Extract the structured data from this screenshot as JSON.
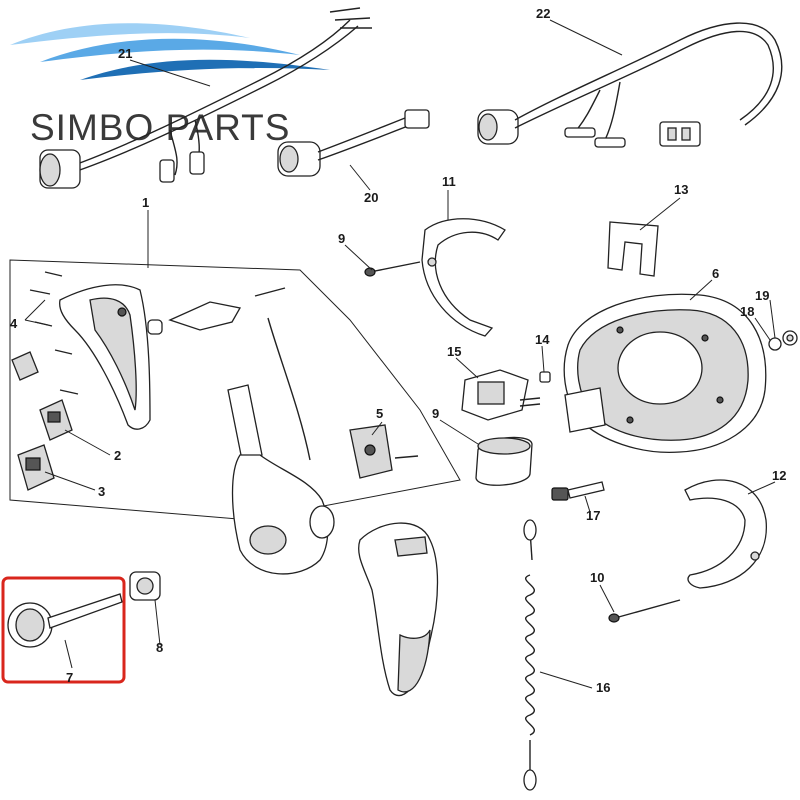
{
  "brand": {
    "name": "SIMBO PARTS",
    "wave_colors": [
      "#1f6fb5",
      "#5aa9e6",
      "#9ed0f5"
    ]
  },
  "highlight": {
    "color": "#d9261c",
    "part_number": "7"
  },
  "callouts": [
    {
      "id": "c1",
      "label": "1"
    },
    {
      "id": "c2",
      "label": "2"
    },
    {
      "id": "c3",
      "label": "3"
    },
    {
      "id": "c4",
      "label": "4"
    },
    {
      "id": "c5",
      "label": "5"
    },
    {
      "id": "c6",
      "label": "6"
    },
    {
      "id": "c7",
      "label": "7"
    },
    {
      "id": "c8",
      "label": "8"
    },
    {
      "id": "c9a",
      "label": "9"
    },
    {
      "id": "c9b",
      "label": "9"
    },
    {
      "id": "c10",
      "label": "10"
    },
    {
      "id": "c11",
      "label": "11"
    },
    {
      "id": "c12",
      "label": "12"
    },
    {
      "id": "c13",
      "label": "13"
    },
    {
      "id": "c14",
      "label": "14"
    },
    {
      "id": "c15",
      "label": "15"
    },
    {
      "id": "c16",
      "label": "16"
    },
    {
      "id": "c17",
      "label": "17"
    },
    {
      "id": "c18",
      "label": "18"
    },
    {
      "id": "c19",
      "label": "19"
    },
    {
      "id": "c20",
      "label": "20"
    },
    {
      "id": "c21",
      "label": "21"
    },
    {
      "id": "c22",
      "label": "22"
    }
  ]
}
